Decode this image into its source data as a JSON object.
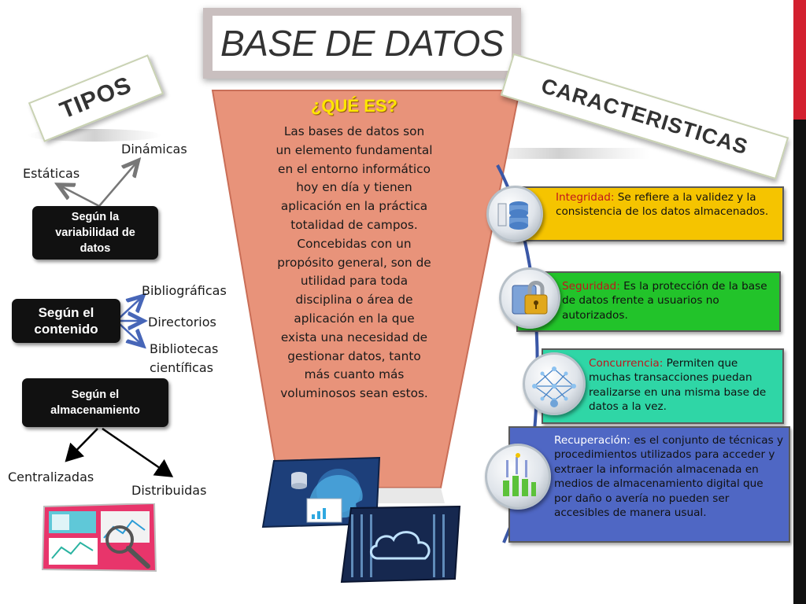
{
  "title": "BASE DE DATOS",
  "tipos": {
    "heading": "TIPOS",
    "variabilidad": {
      "label": "Según la variabilidad de datos",
      "items": [
        "Estáticas",
        "Dinámicas"
      ]
    },
    "contenido": {
      "label": "Según el contenido",
      "items": [
        "Bibliográficas",
        "Directorios",
        "Bibliotecas científicas"
      ]
    },
    "almacenamiento": {
      "label": "Según el almacenamiento",
      "items": [
        "Centralizadas",
        "Distribuidas"
      ]
    }
  },
  "que_es": {
    "heading": "¿QUÉ ES?",
    "body": "Las bases de datos son un elemento fundamental en el entorno informático hoy en día y tienen aplicación en la práctica totalidad de campos. Concebidas con un propósito general, son de utilidad para toda disciplina o área de aplicación en la que exista una necesidad de gestionar datos, tanto más cuanto más voluminosos sean estos."
  },
  "caracteristicas": {
    "heading": "CARACTERISTICAS",
    "items": [
      {
        "term": "Integridad:",
        "text": " Se refiere a la validez y la consistencia de los datos almacenados.",
        "color": "#f5c400",
        "term_color": "#c0161c",
        "icon": "database-icon"
      },
      {
        "term": "Seguridad:",
        "text": "  Es la protección de la base de datos frente a usuarios no autorizados.",
        "color": "#22c32a",
        "term_color": "#c0161c",
        "icon": "lock-icon"
      },
      {
        "term": "Concurrencia:",
        "text": " Permiten que muchas transacciones puedan realizarse en una misma base de datos a la vez.",
        "color": "#2fd6a6",
        "term_color": "#c0161c",
        "icon": "network-icon"
      },
      {
        "term": "Recuperación:",
        "text": " es el conjunto de técnicas y procedimientos utilizados para acceder y extraer la información almacenada en medios de almacenamiento digital que por daño o avería no pueden ser accesibles de manera usual.",
        "color": "#4f67c4",
        "term_color": "#ffffff",
        "icon": "recovery-icon"
      }
    ]
  },
  "colors": {
    "funnel": "#e8937a",
    "accent_red": "#d3202f"
  }
}
